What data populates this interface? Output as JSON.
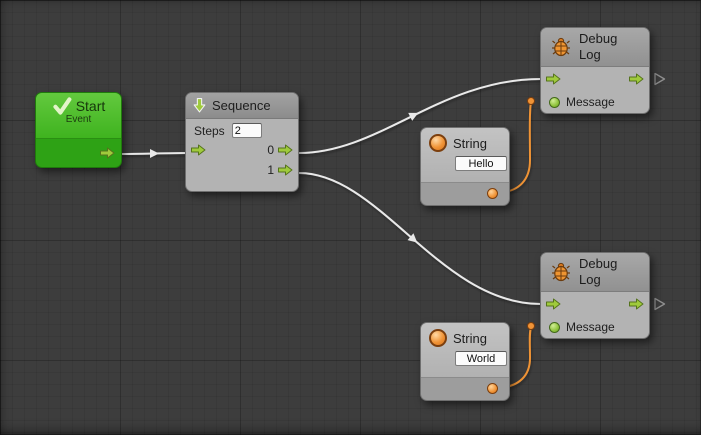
{
  "colors": {
    "flow_port_green": "#9fca3c",
    "value_port_orange": "#f09437",
    "start_node_green": "#45b32a",
    "wire_flow": "#e9e9e9",
    "wire_value": "#ef9335",
    "canvas_background": "#3d3d3d"
  },
  "nodes": {
    "start": {
      "title": "Start",
      "subtitle": "Event"
    },
    "sequence": {
      "title": "Sequence",
      "steps_label": "Steps",
      "steps_value": "2",
      "outputs": [
        "0",
        "1"
      ]
    },
    "string_hello": {
      "title": "String",
      "value": "Hello"
    },
    "string_world": {
      "title": "String",
      "value": "World"
    },
    "debug_log_top": {
      "title": "Debug",
      "subtitle": "Log",
      "message_label": "Message"
    },
    "debug_log_bottom": {
      "title": "Debug",
      "subtitle": "Log",
      "message_label": "Message"
    }
  }
}
